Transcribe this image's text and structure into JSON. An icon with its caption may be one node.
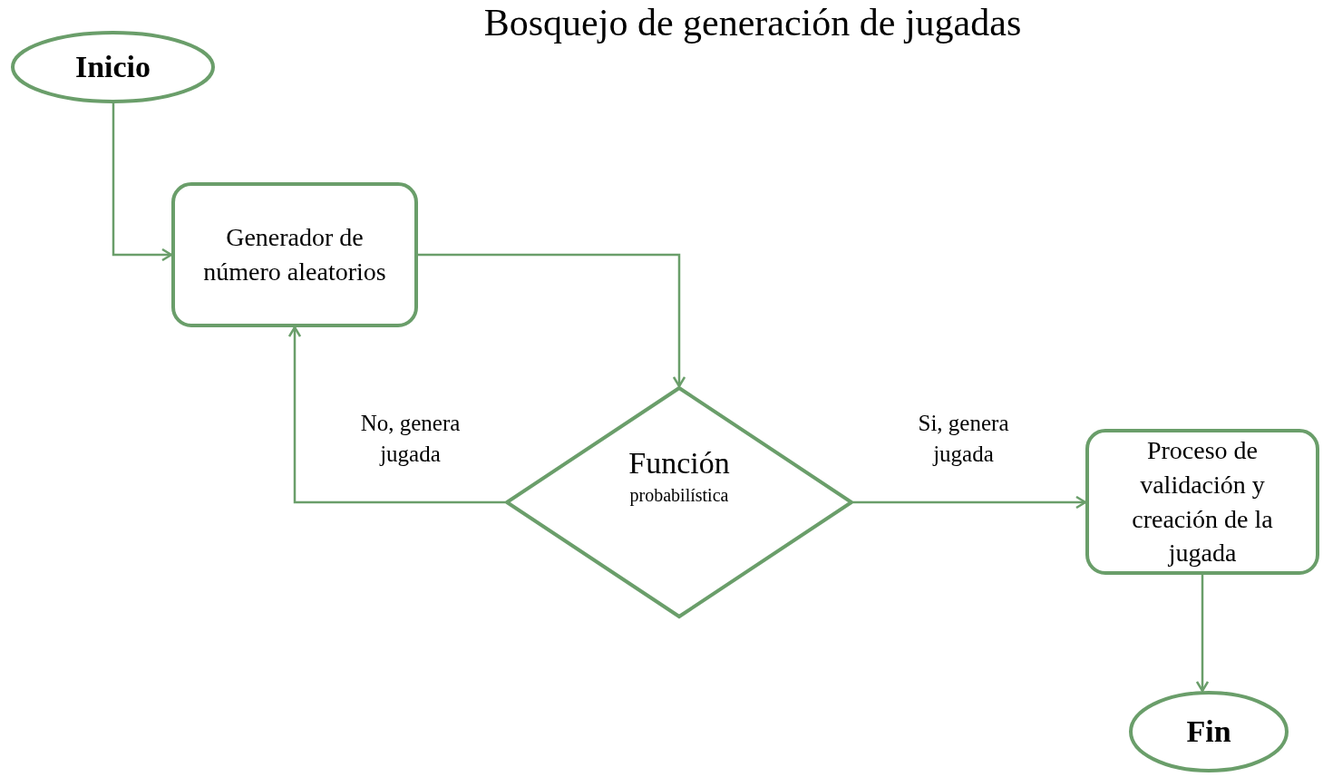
{
  "diagram": {
    "title": "Bosquejo de generación de jugadas",
    "nodes": [
      {
        "text": [
          "Inicio"
        ]
      },
      {
        "text": [
          "Generador de número aleatorios"
        ]
      },
      {
        "text": [
          "Función",
          "probabilística"
        ]
      },
      {
        "text": [
          "Proceso de validación y creación de la jugada"
        ]
      },
      {
        "text": [
          "Fin"
        ]
      }
    ],
    "edges": [
      {
        "from": 0,
        "to": 1,
        "arrow": "to"
      },
      {
        "from": 1,
        "to": 2,
        "arrow": "to"
      },
      {
        "from": 2,
        "to": 1,
        "arrow": "to",
        "label": "No, genera jugada"
      },
      {
        "from": 2,
        "to": 3,
        "arrow": "to",
        "label": "Si, genera jugada"
      },
      {
        "from": 3,
        "to": 4,
        "arrow": "to"
      }
    ]
  }
}
